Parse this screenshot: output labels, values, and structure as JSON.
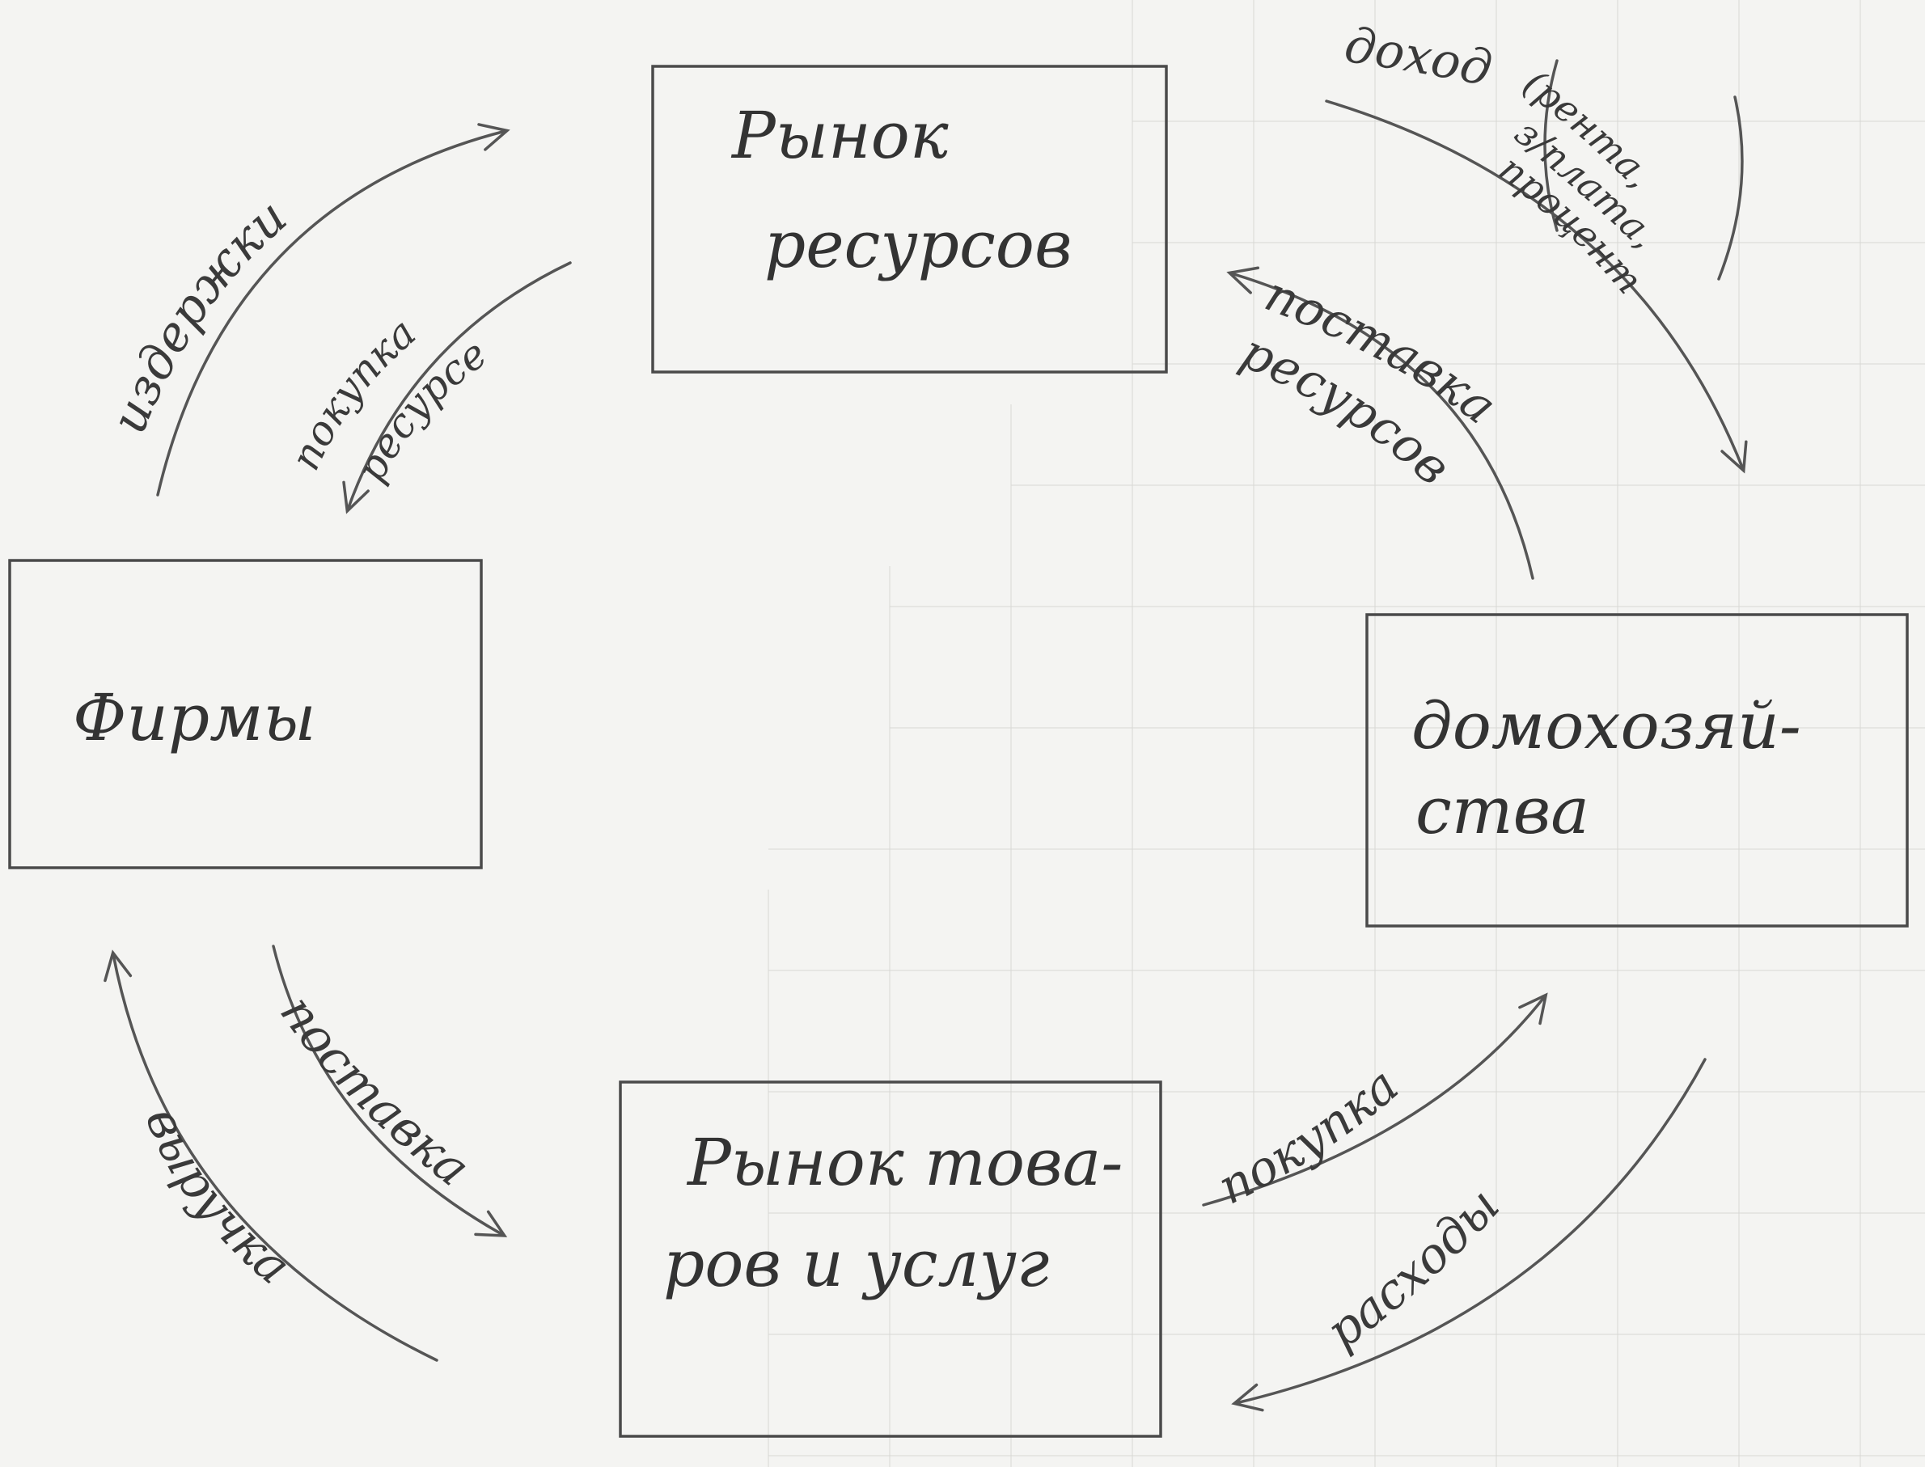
{
  "nodes": {
    "resource_market": {
      "line1": "Рынок",
      "line2": "ресурсов"
    },
    "firms": {
      "label": "Фирмы"
    },
    "households": {
      "line1": "домохозяй-",
      "line2": "ства"
    },
    "goods_market": {
      "line1": "Рынок това-",
      "line2": "ров и услуг"
    }
  },
  "flows": {
    "costs": "издержки",
    "resource_purchase_1": "покупка",
    "resource_purchase_2": "ресурсе",
    "income": "доход",
    "income_detail_1": "(рента,",
    "income_detail_2": "з/плата,",
    "income_detail_3": "проценты)",
    "resource_supply_1": "поставка",
    "resource_supply_2": "ресурсов",
    "goods_supply": "поставка",
    "revenue": "выручка",
    "purchase": "покупка",
    "expenses": "расходы"
  },
  "colors": {
    "pencil": "#4a4a4a",
    "paper": "#f4f4f2",
    "grid": "#d8d8d4"
  }
}
